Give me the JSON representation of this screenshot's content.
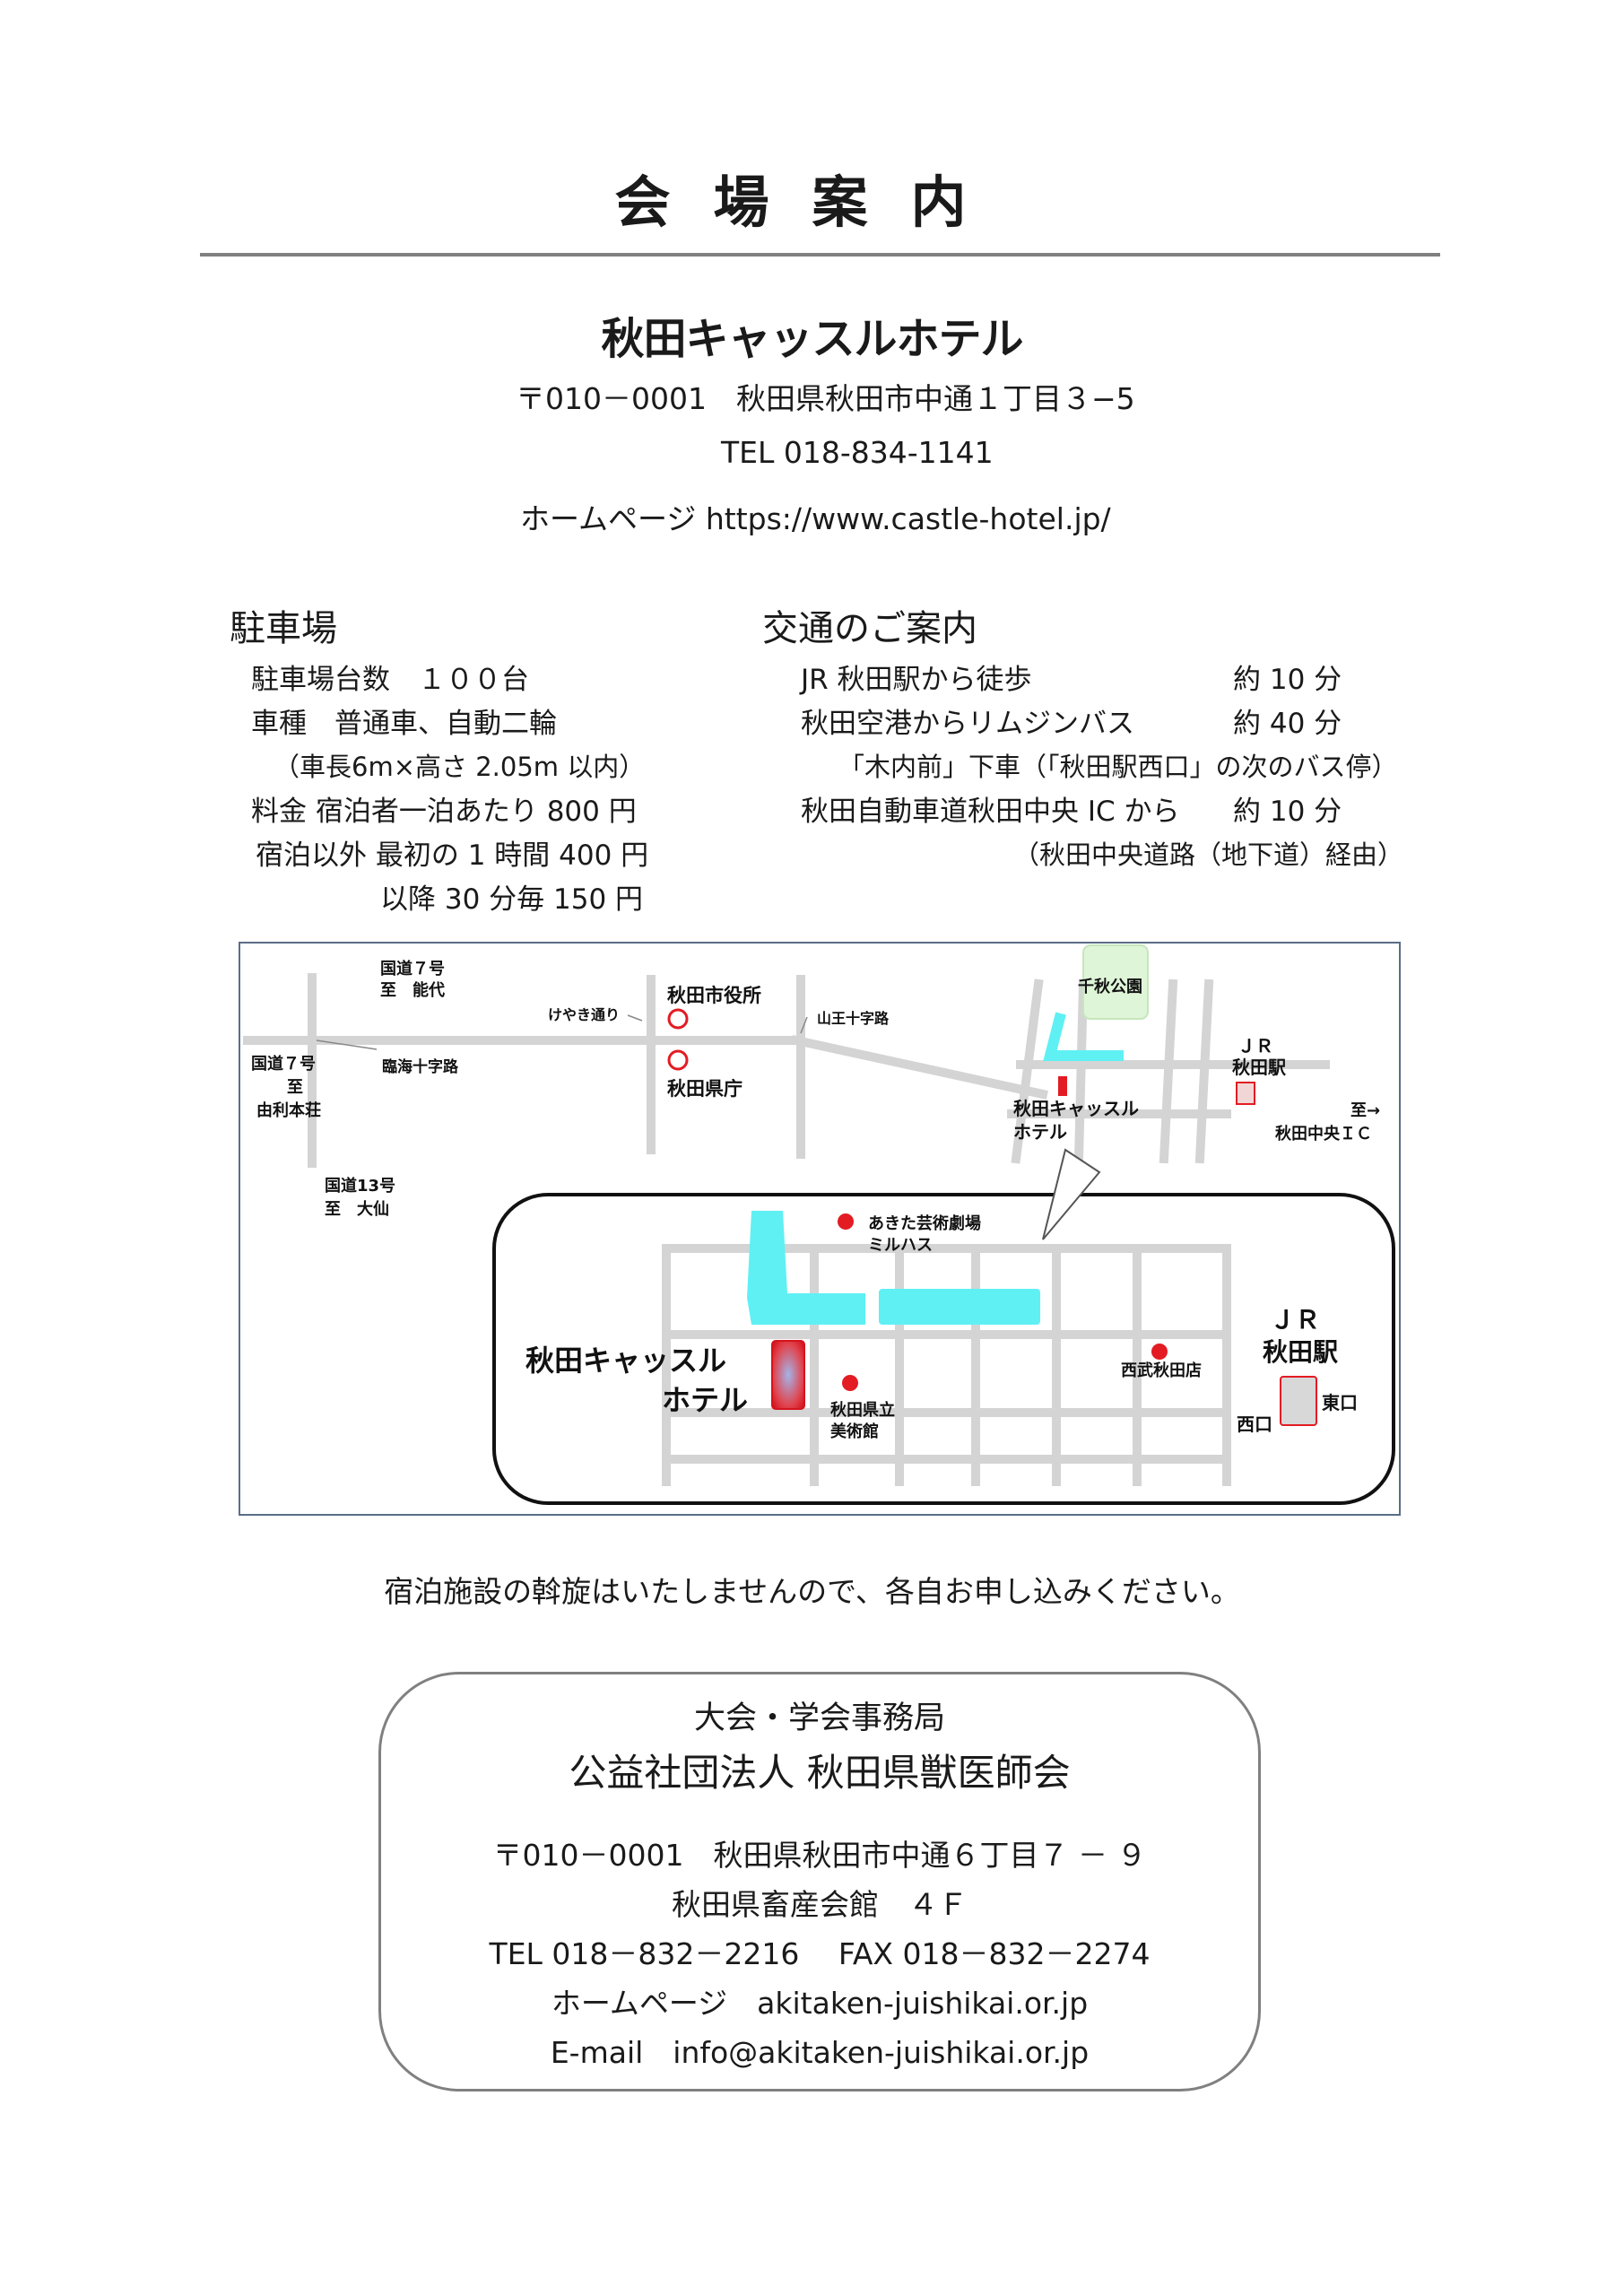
{
  "header": {
    "title": "会場案内"
  },
  "hotel": {
    "name": "秋田キャッスルホテル",
    "address": "〒010－0001　秋田県秋田市中通１丁目３−5",
    "tel": "TEL  018-834-1141",
    "homepage": "ホームページ  https://www.castle-hotel.jp/"
  },
  "parking": {
    "heading": "駐車場",
    "lines": [
      "駐車場台数　１００台",
      "車種　普通車、自動二輪",
      "（車長6m×高さ 2.05m 以内）",
      "料金  宿泊者一泊あたり 800 円",
      "宿泊以外  最初の 1 時間 400 円",
      "以降  30 分毎 150 円"
    ]
  },
  "access": {
    "heading": "交通のご案内",
    "rows": [
      {
        "route": "JR 秋田駅から徒歩",
        "time": "約 10 分"
      },
      {
        "route": "秋田空港からリムジンバス",
        "time": "約 40 分"
      },
      {
        "route": "「木内前」下車（「秋田駅西口」の次のバス停）",
        "time": ""
      },
      {
        "route": "秋田自動車道秋田中央 IC から",
        "time": "約 10 分"
      },
      {
        "route": "（秋田中央道路（地下道）経由）",
        "time": ""
      }
    ]
  },
  "map": {
    "labels": {
      "route7_north": "国道７号",
      "noshiro": "至　能代",
      "route7_west": "国道７号",
      "to": "至",
      "yurihonjo": "由利本荘",
      "rinkai": "臨海十字路",
      "keyaki": "けやき通り",
      "city_hall": "秋田市役所",
      "pref_office": "秋田県庁",
      "sanno": "山王十字路",
      "senshu_park": "千秋公園",
      "jr_small": "ＪＲ",
      "akita_station_small": "秋田駅",
      "hotel_small_1": "秋田キャッスル",
      "hotel_small_2": "ホテル",
      "to_ic_1": "至→",
      "to_ic_2": "秋田中央ＩＣ",
      "route13": "国道13号",
      "daisen": "至　大仙",
      "theater_1": "あきた芸術劇場",
      "theater_2": "ミルハス",
      "hotel_big_1": "秋田キャッスル",
      "hotel_big_2": "ホテル",
      "museum_1": "秋田県立",
      "museum_2": "美術館",
      "seibu": "西武秋田店",
      "jr_big": "ＪＲ",
      "akita_station_big": "秋田駅",
      "east_exit": "東口",
      "west_exit": "西口"
    },
    "colors": {
      "road": "#d4d4d4",
      "canal": "#5ff0f4",
      "marker": "#e31b23",
      "park": "#dff5d8"
    }
  },
  "note": "宿泊施設の斡旋はいたしませんので、各自お申し込みください。",
  "office": {
    "title": "大会・学会事務局",
    "org": "公益社団法人  秋田県獣医師会",
    "address1": "〒010－0001　秋田県秋田市中通６丁目７ － ９",
    "address2": "秋田県畜産会館　４Ｆ",
    "telfax": "TEL  018－832－2216　  FAX  018－832－2274",
    "homepage": "ホームページ　akitaken-juishikai.or.jp",
    "email": "E-mail　info@akitaken-juishikai.or.jp"
  }
}
